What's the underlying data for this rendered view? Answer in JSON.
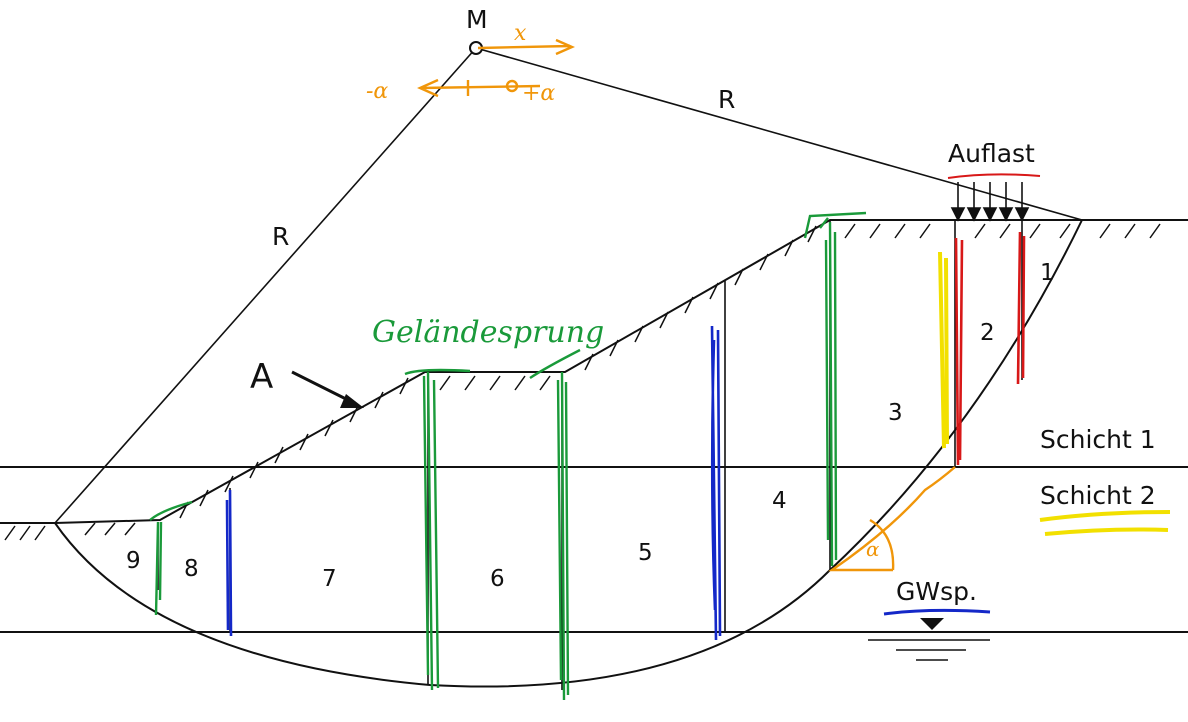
{
  "title": "",
  "labels": {
    "center": "M",
    "radius_left": "R",
    "radius_right": "R",
    "point_a": "A",
    "load": "Auflast",
    "terrain_step": "Geländesprung",
    "layer1": "Schicht 1",
    "layer2": "Schicht 2",
    "groundwater": "GWsp.",
    "x_axis": "x",
    "alpha_neg": "-α",
    "alpha_pos": "+α",
    "alpha_angle": "α"
  },
  "slices": [
    "1",
    "2",
    "3",
    "4",
    "5",
    "6",
    "7",
    "8",
    "9"
  ],
  "colors": {
    "lines": "#111111",
    "green_marks": "#1a9a3a",
    "blue_marks": "#1428c8",
    "red_marks": "#d81818",
    "yellow_marks": "#f2e000",
    "orange_marks": "#f0960a"
  }
}
